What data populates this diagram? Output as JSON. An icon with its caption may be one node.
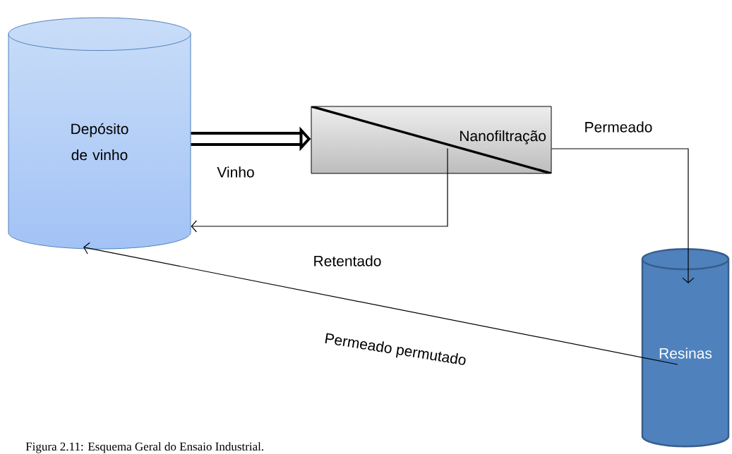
{
  "diagram": {
    "caption": "Figura 2.11: Esquema Geral do Ensaio Industrial.",
    "nodes": [
      {
        "text": [
          "Depósito de vinho"
        ]
      },
      {
        "text": [
          "Nanofiltração"
        ]
      },
      {
        "text": [
          "Resinas"
        ]
      }
    ],
    "edges": [
      {
        "from": 0,
        "to": 1,
        "arrow": "to",
        "label": "Vinho",
        "style": "thick"
      },
      {
        "from": 1,
        "to": 0,
        "arrow": "to",
        "label": "Retentado"
      },
      {
        "from": 1,
        "to": 2,
        "arrow": "to",
        "label": "Permeado"
      },
      {
        "from": 2,
        "to": 0,
        "arrow": "to",
        "label": "Permeado permutado"
      }
    ]
  }
}
